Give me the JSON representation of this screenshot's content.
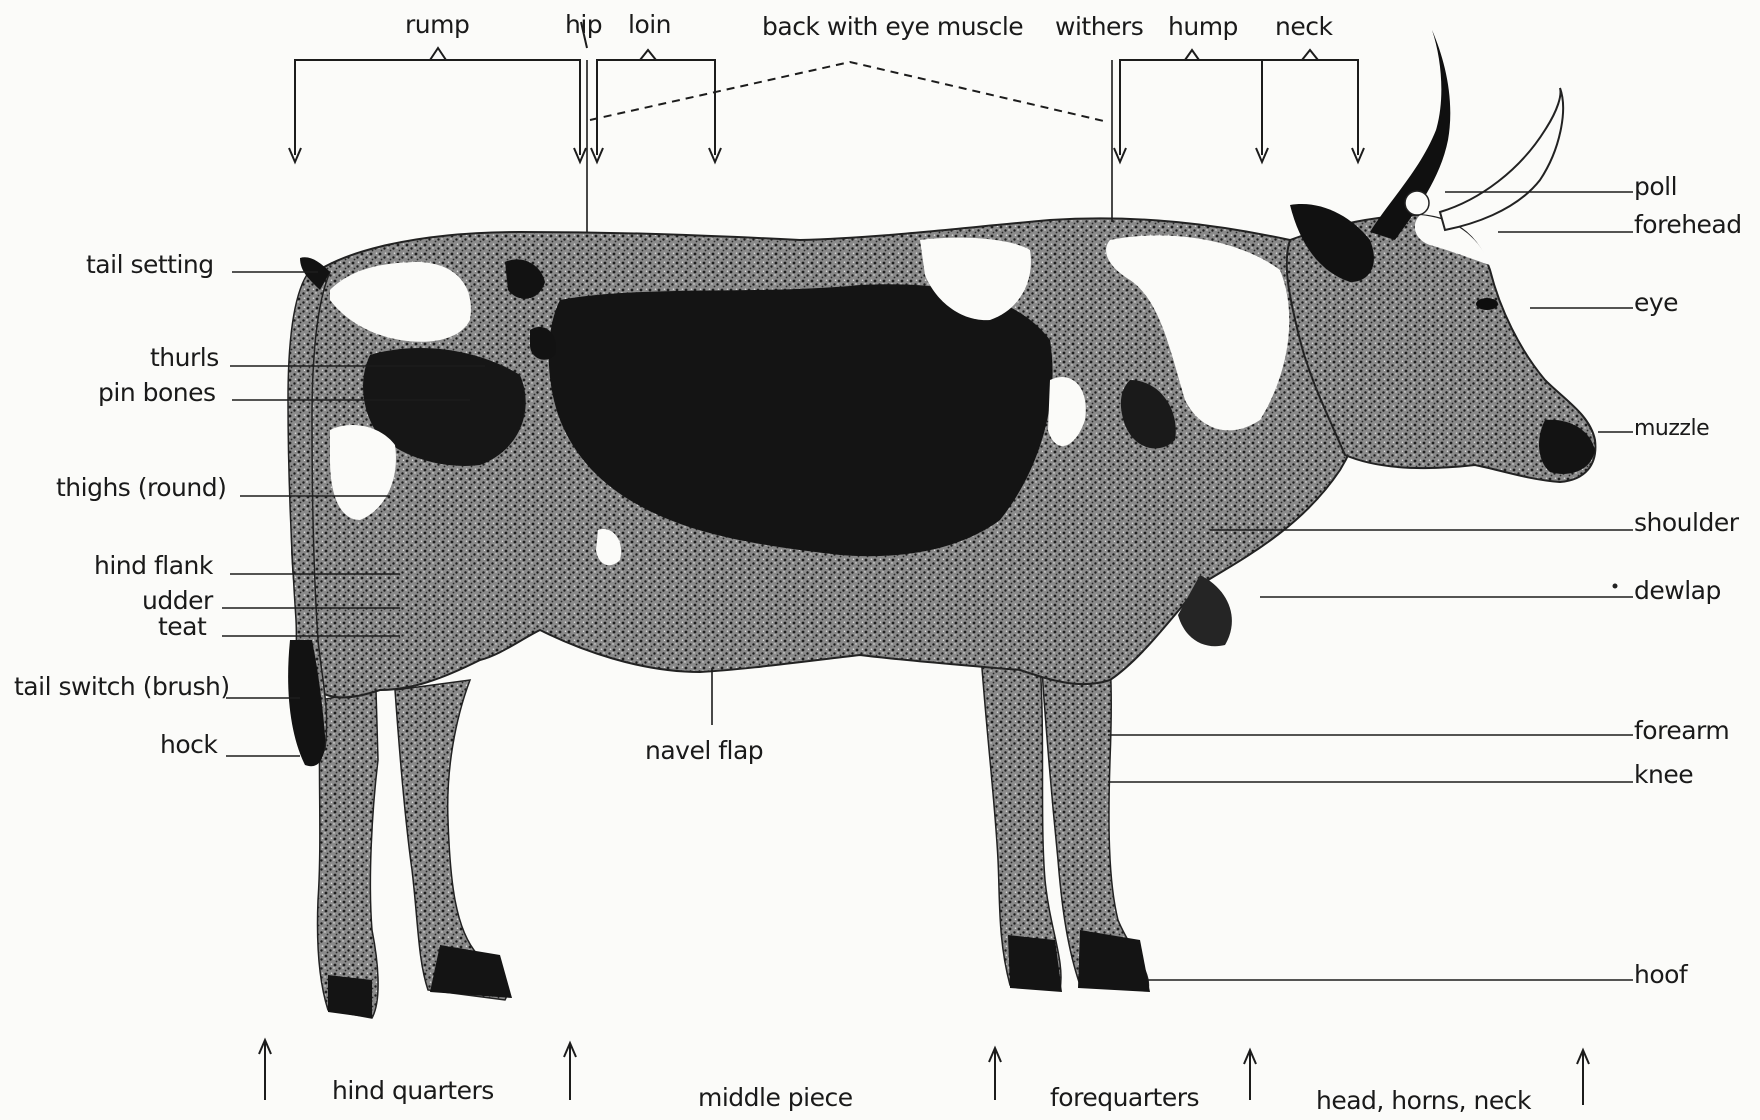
{
  "top_labels": {
    "rump": "rump",
    "hip": "hip",
    "loin": "loin",
    "back": "back with eye muscle",
    "withers": "withers",
    "hump": "hump",
    "neck": "neck"
  },
  "left_labels": {
    "tail_setting": "tail setting",
    "thurls": "thurls",
    "pin_bones": "pin bones",
    "thighs": "thighs (round)",
    "hind_flank": "hind flank",
    "udder": "udder",
    "teat": "teat",
    "tail_switch": "tail switch (brush)",
    "hock": "hock"
  },
  "right_labels": {
    "poll": "poll",
    "forehead": "forehead",
    "eye": "eye",
    "muzzle": "muzzle",
    "shoulder": "shoulder",
    "dewlap": "dewlap",
    "forearm": "forearm",
    "knee": "knee",
    "hoof": "hoof"
  },
  "bottom_labels": {
    "navel_flap": "navel flap"
  },
  "sections": {
    "hind_quarters": "hind quarters",
    "middle_piece": "middle piece",
    "forequarters": "forequarters",
    "head_horns_neck": "head, horns, neck"
  },
  "colors": {
    "ink": "#1c1c1c",
    "paper": "#fbfbf9",
    "coat_dark": "#151515",
    "coat_speckle": "#6a6a6a"
  }
}
